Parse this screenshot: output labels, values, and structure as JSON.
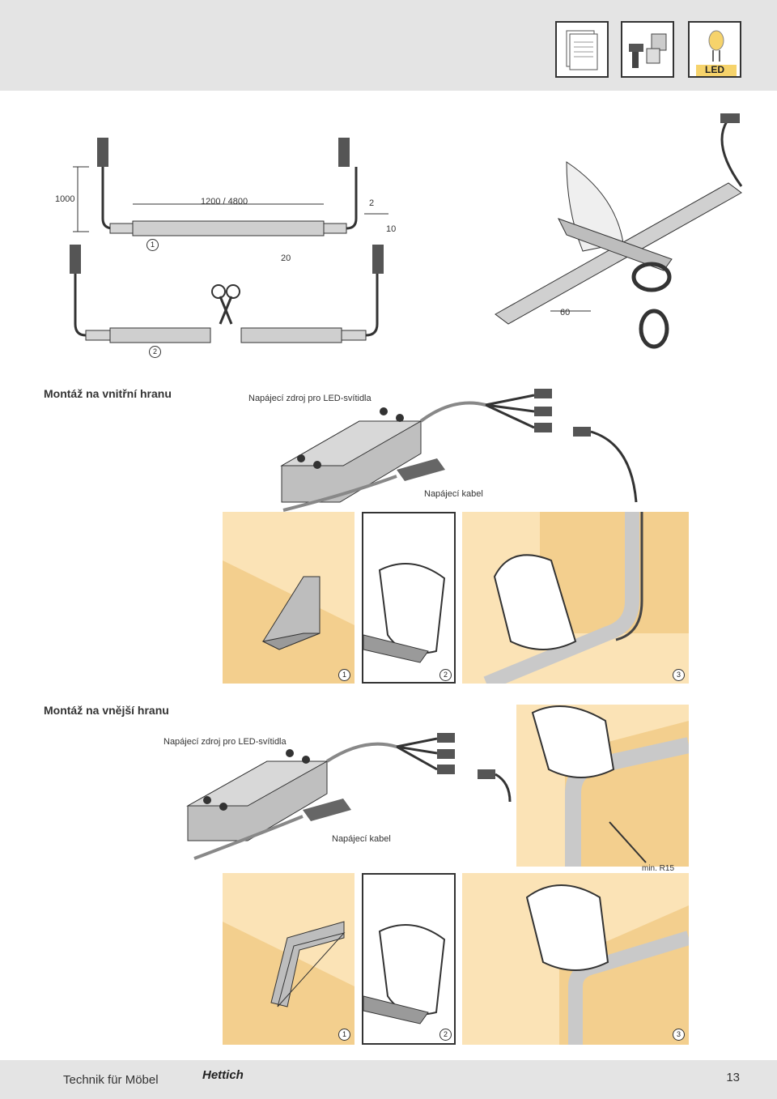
{
  "header": {
    "led_badge": "LED"
  },
  "top_diagram": {
    "dim_height": "1000",
    "dim_length": "1200 / 4800",
    "dim_2": "2",
    "dim_10": "10",
    "dim_20": "20",
    "dim_60": "60",
    "marker_1": "1",
    "marker_2": "2"
  },
  "inner_section": {
    "title": "Montáž na vnitřní hranu",
    "power_supply_label": "Napájecí zdroj pro LED-svítidla",
    "cable_label": "Napájecí kabel",
    "step_1": "1",
    "step_2": "2",
    "step_3": "3"
  },
  "outer_section": {
    "title": "Montáž na vnější hranu",
    "power_supply_label": "Napájecí zdroj pro LED-svítidla",
    "cable_label": "Napájecí kabel",
    "radius_label": "min. R15",
    "step_1": "1",
    "step_2": "2",
    "step_3": "3"
  },
  "footer": {
    "left_text": "Technik für Möbel",
    "brand": "Hettich",
    "page_number": "13"
  },
  "colors": {
    "header_bg": "#e4e4e4",
    "wood": "#fbe3b6",
    "wood_dark": "#f3cf8e",
    "strip": "#c9c9c9",
    "led_badge_bg": "#f6d36b"
  }
}
